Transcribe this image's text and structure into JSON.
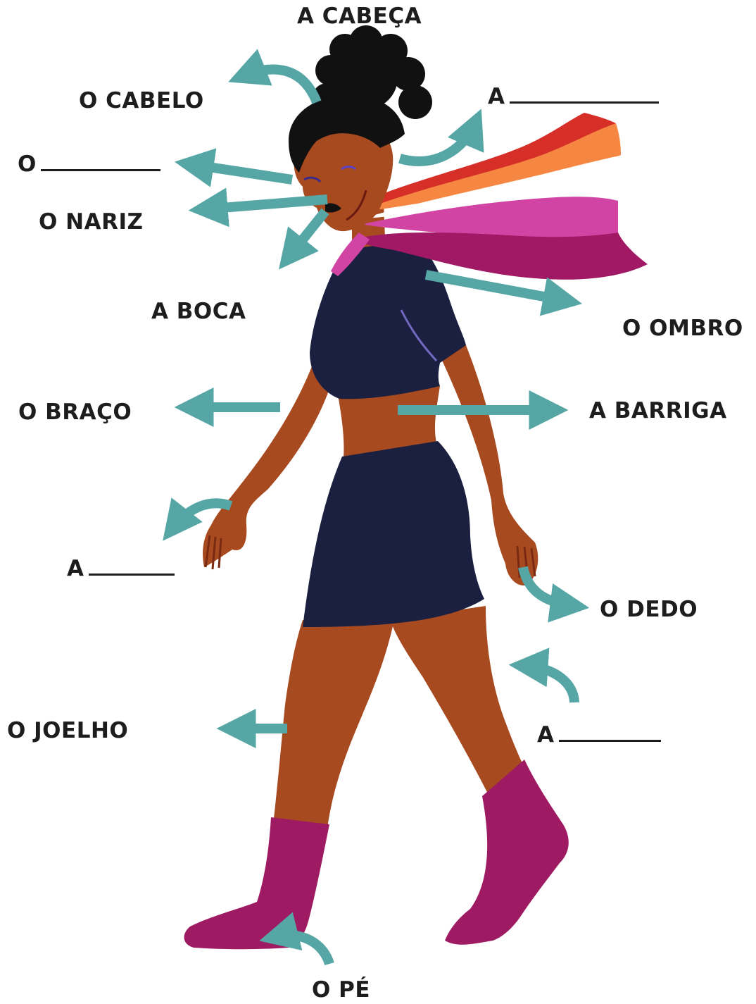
{
  "labels": {
    "cabeca": "A CABEÇA",
    "cabelo": "O CABELO",
    "blank_face_article": "O",
    "blank_ear_article": "A",
    "nariz": "O NARIZ",
    "boca": "A BOCA",
    "ombro": "O OMBRO",
    "braco": "O BRAÇO",
    "barriga": "A BARRIGA",
    "blank_hand_article": "A",
    "dedo": "O DEDO",
    "joelho": "O JOELHO",
    "blank_leg_article": "A",
    "pe": "O PÉ"
  },
  "colors": {
    "arrow": "#56a6a6",
    "skin": "#a84a20",
    "outfit": "#1b2040",
    "boots": "#9e1a63",
    "hair": "#111111",
    "label_text": "#1d1d1d",
    "flag_stripes": [
      "#d62f28",
      "#f58742",
      "#ffffff",
      "#d244a3",
      "#a11865"
    ]
  },
  "icons": {
    "arrow": "curved-and-straight-pointer-arrows",
    "figure": "walking-woman-illustration",
    "scarf": "lesbian-pride-flag-scarf"
  }
}
